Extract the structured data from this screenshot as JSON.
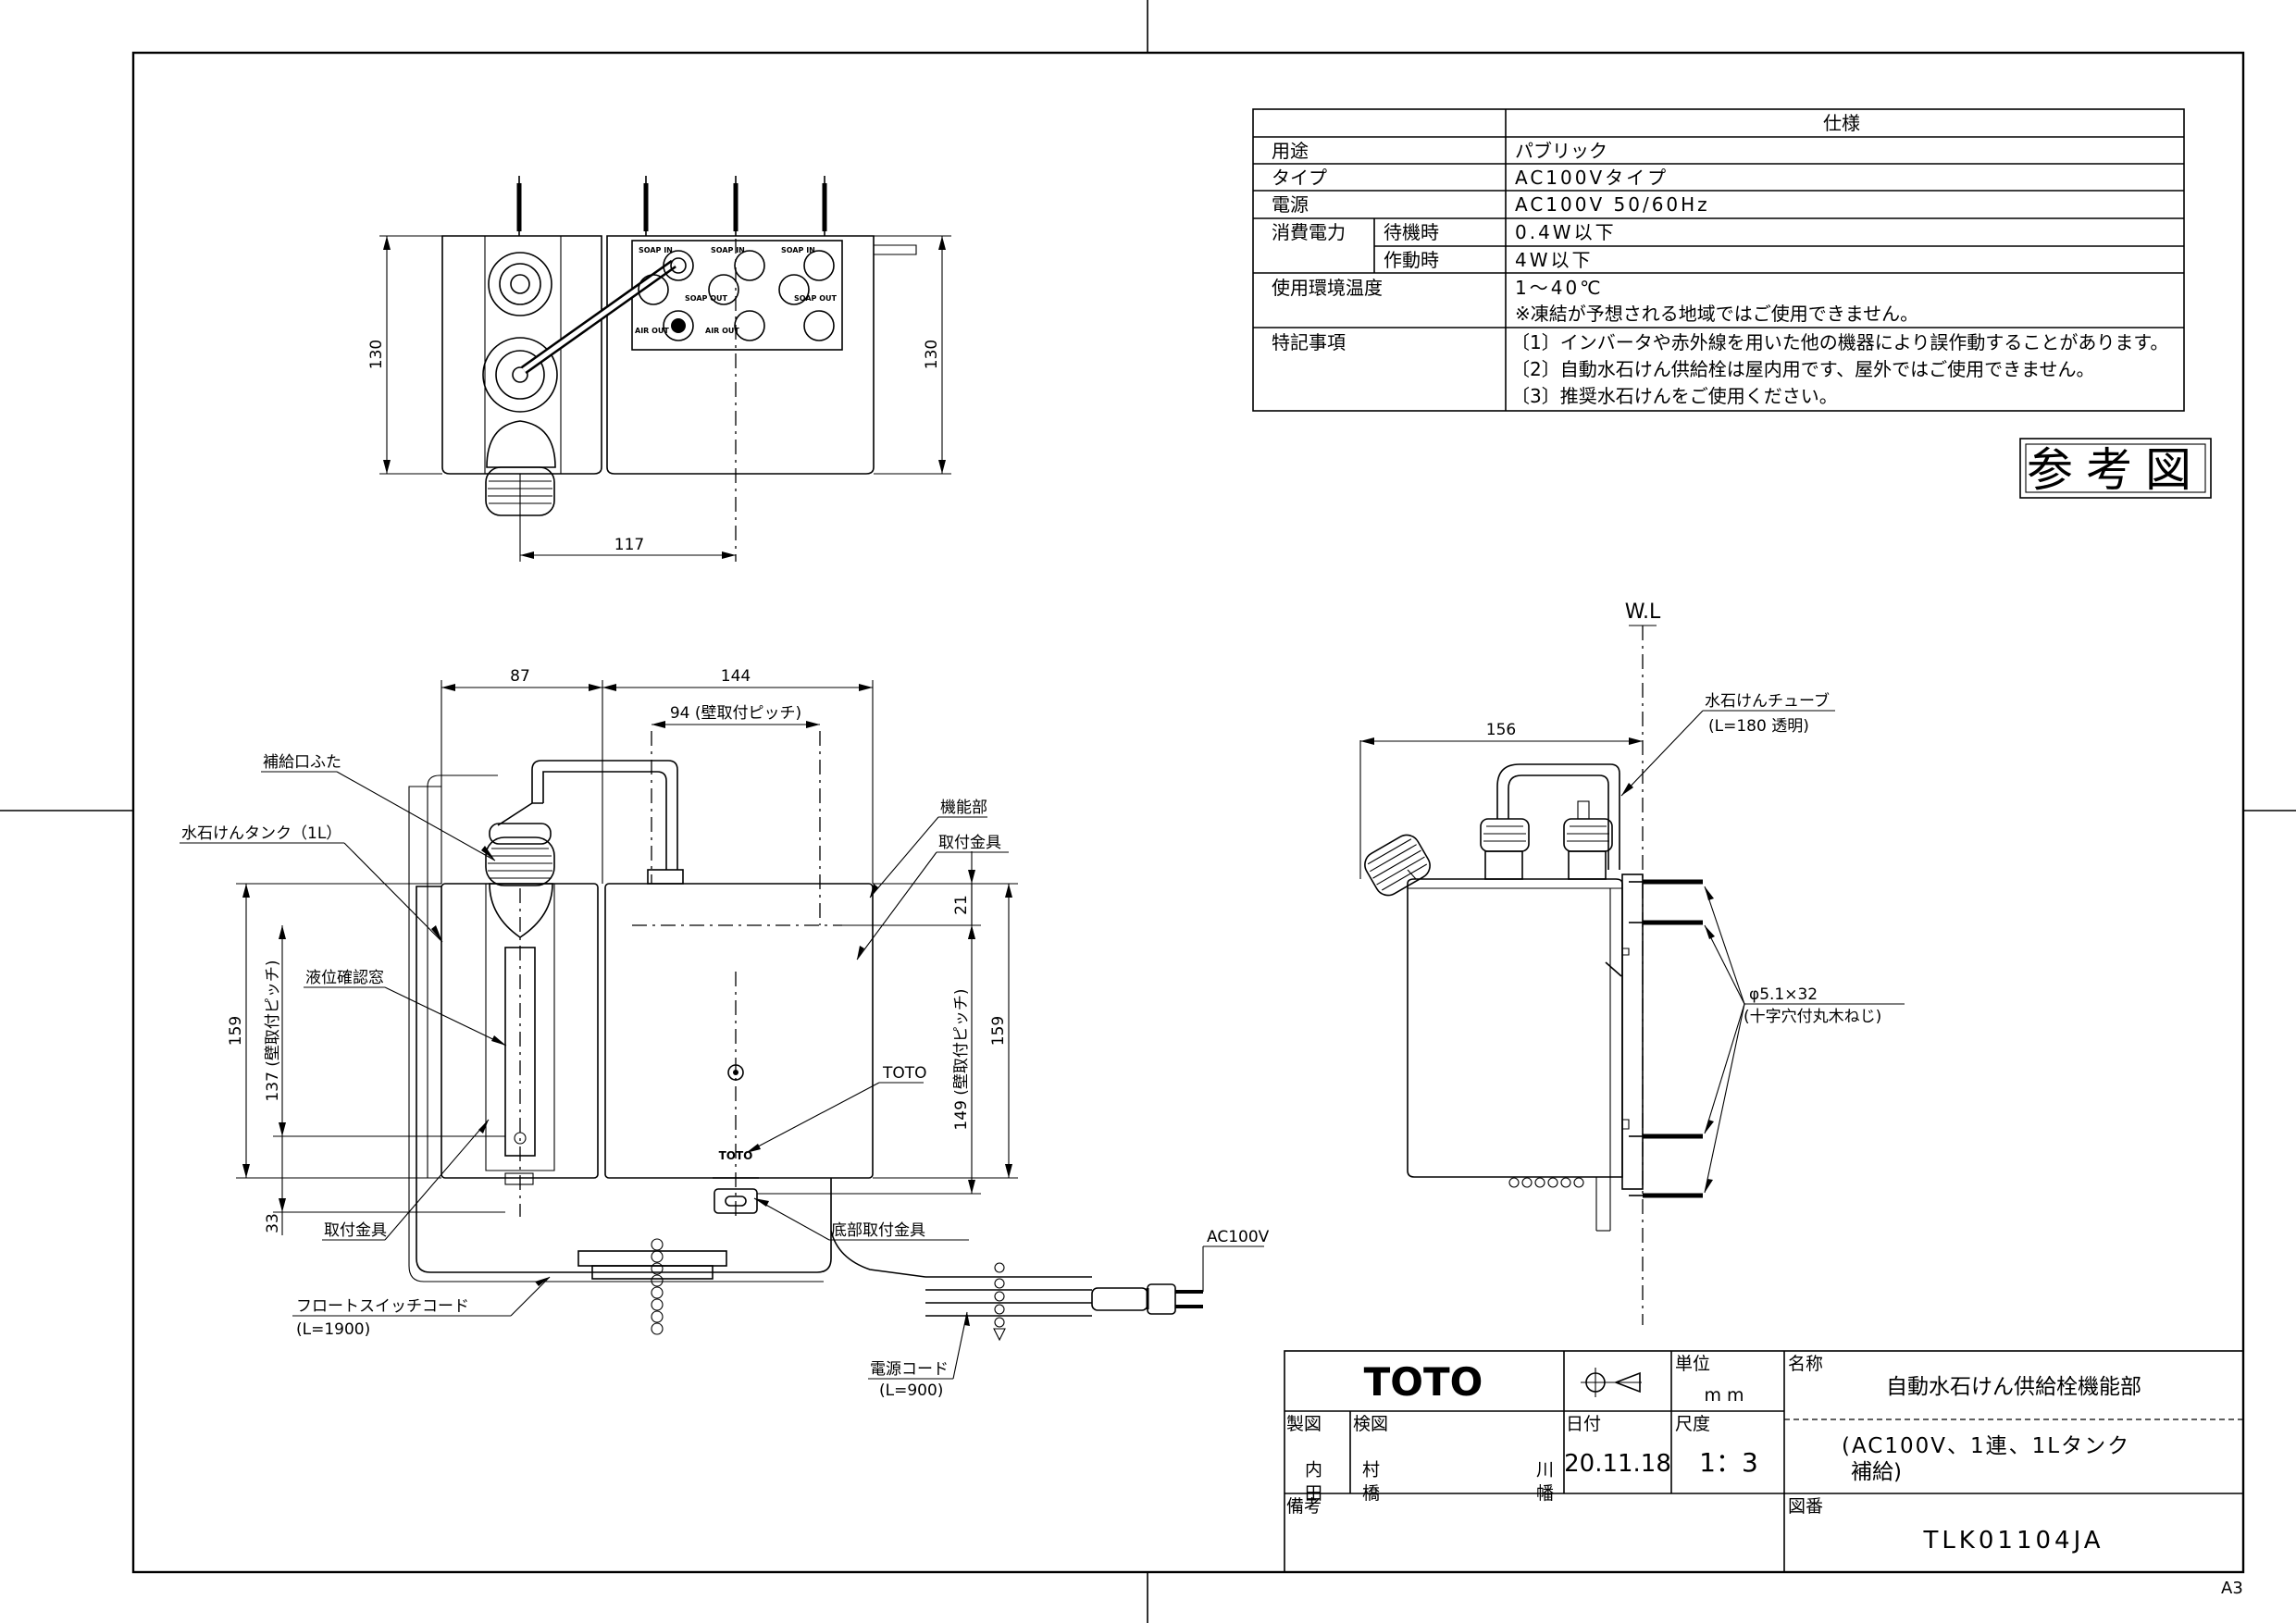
{
  "spec_table": {
    "header": "仕様",
    "rows": [
      {
        "label": "用途",
        "value": "パブリック"
      },
      {
        "label": "タイプ",
        "value": "AC100Vタイプ"
      },
      {
        "label": "電源",
        "value": "AC100V 50/60Hz"
      },
      {
        "label": "消費電力",
        "sub": "待機時",
        "value": "0.4W以下"
      },
      {
        "label": "",
        "sub": "作動時",
        "value": "4W以下"
      },
      {
        "label": "使用環境温度",
        "value": "1〜40℃",
        "note": "※凍結が予想される地域ではご使用できません。"
      },
      {
        "label": "特記事項",
        "notes": [
          "〔1〕インバータや赤外線を用いた他の機器により誤作動することがあります。",
          "〔2〕自動水石けん供給栓は屋内用です、屋外ではご使用できません。",
          "〔3〕推奨水石けんをご使用ください。"
        ]
      }
    ]
  },
  "reference_stamp": "参考図",
  "labels": {
    "refill_cap": "補給口ふた",
    "soap_tank": "水石けんタンク（1L）",
    "level_window": "液位確認窓",
    "function_unit": "機能部",
    "bracket_right": "取付金具",
    "bracket_left": "取付金具",
    "bottom_bracket": "底部取付金具",
    "toto_mark": "TOTO",
    "float_cord": "フロートスイッチコード",
    "float_cord_len": "(L=1900)",
    "power_cord": "電源コード",
    "power_cord_len": "(L=900)",
    "ac100v": "AC100V",
    "wl": "W.L",
    "soap_tube": "水石けんチューブ",
    "soap_tube_len": "(L=180 透明)",
    "screw": "φ5.1×32",
    "screw_type": "(十字穴付丸木ねじ)",
    "port_soap_in": "SOAP IN",
    "port_soap_out": "SOAP OUT",
    "port_air_out": "AIR OUT"
  },
  "dimensions": {
    "top_h_left": "130",
    "top_h_right": "130",
    "top_w": "117",
    "front_w_tank": "87",
    "front_w_unit": "144",
    "front_pitch": "94 (壁取付ピッチ)",
    "front_h_left": "159",
    "front_pitch_left": "137 (壁取付ピッチ)",
    "front_bottom": "33",
    "front_top_right": "21",
    "front_pitch_right": "149 (壁取付ピッチ)",
    "front_h_right": "159",
    "side_w": "156"
  },
  "title_block": {
    "brand": "TOTO",
    "unit_label": "単位",
    "unit_value": "mm",
    "name_label": "名称",
    "name_value": "自動水石けん供給栓機能部",
    "name_sub1": "(AC100V、1連、1Lタンク",
    "name_sub2": "補給)",
    "drawn_label": "製図",
    "drawn_names": "内 田",
    "checked_label": "検図",
    "checked_names": "村 橋",
    "checked_names2": "川 幡",
    "date_label": "日付",
    "date_value": "20.11.18",
    "scale_label": "尺度",
    "scale_value": "1：3",
    "remarks_label": "備考",
    "drawing_no_label": "図番",
    "drawing_no": "TLK01104JA"
  },
  "paper_size": "A3"
}
